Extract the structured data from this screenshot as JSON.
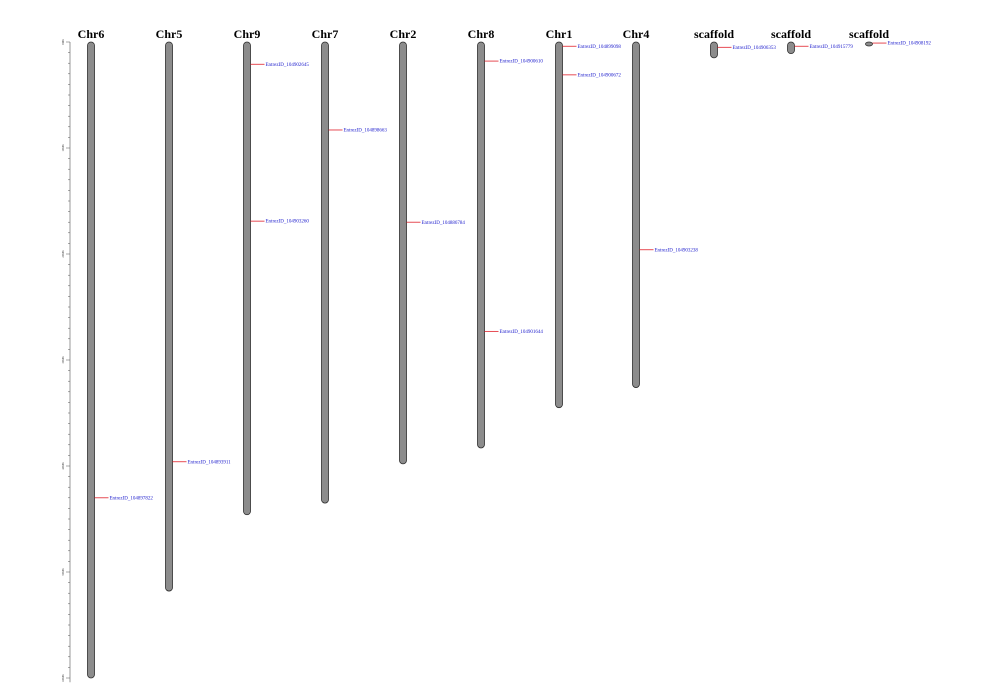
{
  "axis": {
    "tick_labels": [
      "0Mb",
      "10Mb",
      "20Mb",
      "30Mb",
      "40Mb",
      "50Mb",
      "60Mb"
    ]
  },
  "chromosomes": [
    {
      "name": "Chr6",
      "length": 60.0,
      "genes": [
        {
          "label": "EntrezID_104897822",
          "pos": 43.0
        }
      ]
    },
    {
      "name": "Chr5",
      "length": 51.8,
      "genes": [
        {
          "label": "EntrezID_104893911",
          "pos": 39.6
        }
      ]
    },
    {
      "name": "Chr9",
      "length": 44.6,
      "genes": [
        {
          "label": "EntrezID_104902645",
          "pos": 2.1
        },
        {
          "label": "EntrezID_104903260",
          "pos": 16.9
        }
      ]
    },
    {
      "name": "Chr7",
      "length": 43.5,
      "genes": [
        {
          "label": "EntrezID_104898663",
          "pos": 8.3
        }
      ]
    },
    {
      "name": "Chr2",
      "length": 39.8,
      "genes": [
        {
          "label": "EntrezID_104886784",
          "pos": 17.0
        }
      ]
    },
    {
      "name": "Chr8",
      "length": 38.3,
      "genes": [
        {
          "label": "EntrezID_104900610",
          "pos": 1.8
        },
        {
          "label": "EntrezID_104901644",
          "pos": 27.3
        }
      ]
    },
    {
      "name": "Chr1",
      "length": 34.5,
      "genes": [
        {
          "label": "EntrezID_104899098",
          "pos": 0.4
        },
        {
          "label": "EntrezID_104900672",
          "pos": 3.1
        }
      ]
    },
    {
      "name": "Chr4",
      "length": 32.6,
      "genes": [
        {
          "label": "EntrezID_104903238",
          "pos": 19.6
        }
      ]
    },
    {
      "name": "scaffold",
      "length": 1.5,
      "genes": [
        {
          "label": "EntrezID_104906353",
          "pos": 0.5
        }
      ]
    },
    {
      "name": "scaffold",
      "length": 1.1,
      "genes": [
        {
          "label": "EntrezID_104915779",
          "pos": 0.4
        }
      ]
    },
    {
      "name": "scaffold",
      "length": 0.35,
      "genes": [
        {
          "label": "EntrezID_104908192",
          "pos": 0.1
        }
      ]
    }
  ],
  "colors": {
    "chromosome_fill": "#8c8c8c",
    "chromosome_stroke": "#2e2e2e",
    "marker_line": "#e0202a",
    "gene_label": "#1a1acc"
  }
}
